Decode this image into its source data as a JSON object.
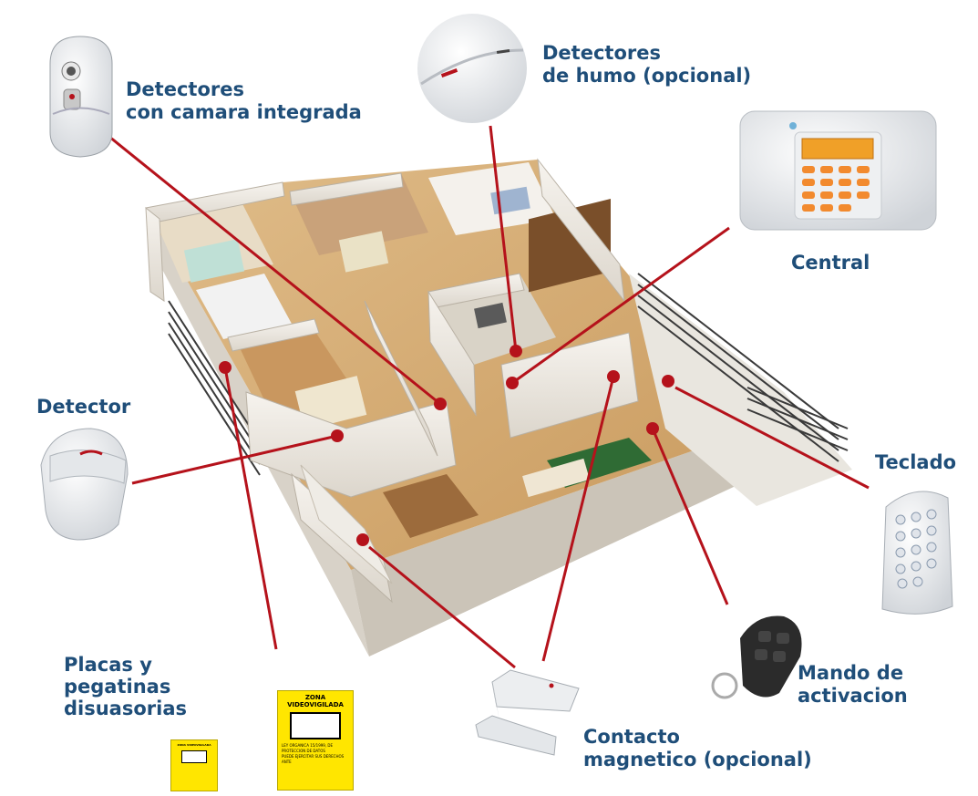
{
  "labels": {
    "camera_detector": [
      "Detectores",
      "con camara integrada"
    ],
    "smoke_detector": [
      "Detectores",
      "de humo (opcional)"
    ],
    "central": [
      "Central"
    ],
    "detector": [
      "Detector"
    ],
    "keypad": [
      "Teclado"
    ],
    "remote": [
      "Mando de",
      "activacion"
    ],
    "magnetic_contact": [
      "Contacto",
      "magnetico (opcional)"
    ],
    "signs": [
      "Placas y",
      "pegatinas",
      "disuasorias"
    ]
  },
  "sign": {
    "header": "ZONA VIDEOVIGILADA",
    "line1": "LEY ORGANICA 15/1999, DE PROTECCION DE DATOS",
    "line2": "PUEDE EJERCITAR SUS DERECHOS ANTE"
  },
  "colors": {
    "label_text": "#1f4e79",
    "connector": "#b5121b",
    "sign_yellow": "#ffe600"
  }
}
